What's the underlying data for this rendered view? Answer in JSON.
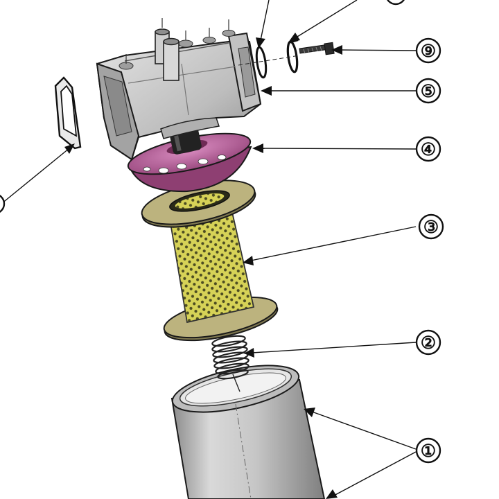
{
  "callouts": [
    {
      "id": "callout-1",
      "label": "①"
    },
    {
      "id": "callout-2",
      "label": "②"
    },
    {
      "id": "callout-3",
      "label": "③"
    },
    {
      "id": "callout-4",
      "label": "④"
    },
    {
      "id": "callout-5",
      "label": "⑤"
    },
    {
      "id": "callout-9",
      "label": "⑨"
    }
  ],
  "parts": {
    "housing": "metal-canister",
    "spring": "compression-spring",
    "filter": "perforated-filter-element",
    "cup": "pink-perforated-cup",
    "head": "filter-head-casting",
    "gasket_left": "flat-gasket",
    "o_ring": "o-ring",
    "screw": "screw"
  },
  "colors": {
    "metal_light": "#d8d8d8",
    "metal_mid": "#b5b5b5",
    "metal_dark": "#7d7d7d",
    "cup": "#c06aa0",
    "cup_dark": "#8e3f72",
    "flange": "#b7ae7a",
    "flange_dark": "#7f7850",
    "mesh": "#d8d45a",
    "mesh_dark": "#5a5a2a",
    "line": "#111111"
  }
}
